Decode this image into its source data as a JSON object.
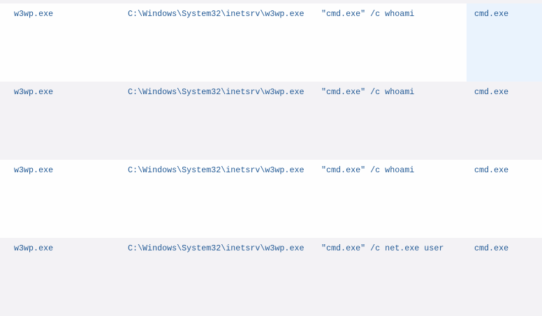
{
  "rows": [
    {
      "image": "w3wp.exe",
      "parent_path": "C:\\Windows\\System32\\inetsrv\\w3wp.exe",
      "command_line": "\"cmd.exe\" /c whoami",
      "process": "cmd.exe",
      "selected_cell": true
    },
    {
      "image": "w3wp.exe",
      "parent_path": "C:\\Windows\\System32\\inetsrv\\w3wp.exe",
      "command_line": "\"cmd.exe\" /c whoami",
      "process": "cmd.exe"
    },
    {
      "image": "w3wp.exe",
      "parent_path": "C:\\Windows\\System32\\inetsrv\\w3wp.exe",
      "command_line": "\"cmd.exe\" /c whoami",
      "process": "cmd.exe"
    },
    {
      "image": "w3wp.exe",
      "parent_path": "C:\\Windows\\System32\\inetsrv\\w3wp.exe",
      "command_line": "\"cmd.exe\" /c net.exe user",
      "process": "cmd.exe"
    }
  ]
}
